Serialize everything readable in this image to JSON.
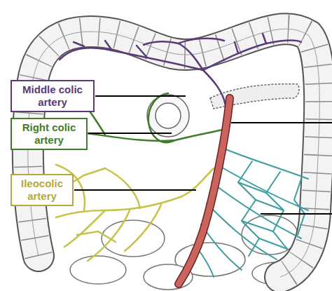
{
  "diagram": {
    "nodes": [
      {
        "text": [
          "Middle colic artery"
        ]
      },
      {
        "text": [
          "Right colic artery"
        ]
      },
      {
        "text": [
          "Ileocolic artery"
        ]
      }
    ]
  }
}
